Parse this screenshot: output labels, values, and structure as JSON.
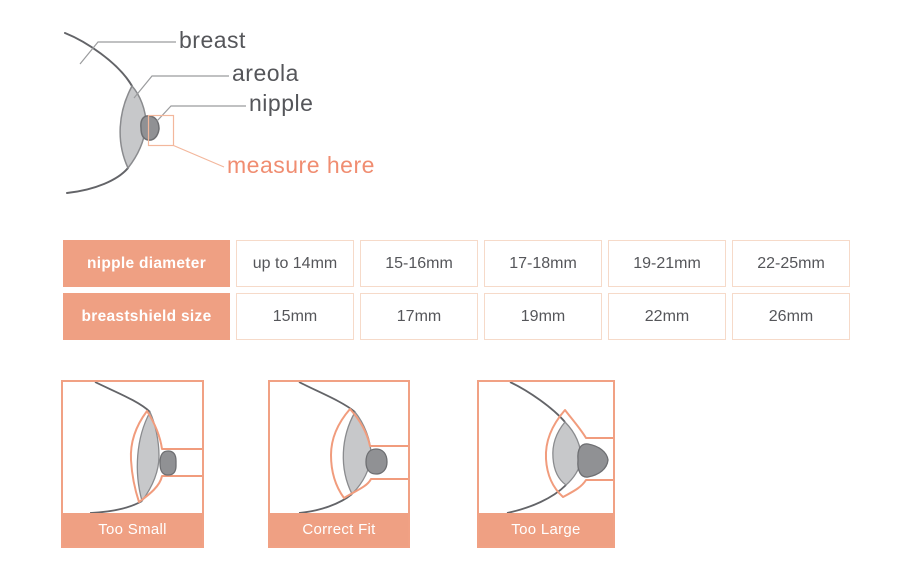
{
  "anatomy": {
    "breast_label": "breast",
    "areola_label": "areola",
    "nipple_label": "nipple",
    "measure_label": "measure here"
  },
  "sizing_table": {
    "rows": [
      {
        "header": "nipple diameter",
        "cells": [
          "up to 14mm",
          "15-16mm",
          "17-18mm",
          "19-21mm",
          "22-25mm"
        ]
      },
      {
        "header": "breastshield size",
        "cells": [
          "15mm",
          "17mm",
          "19mm",
          "22mm",
          "26mm"
        ]
      }
    ]
  },
  "fit_examples": [
    {
      "label": "Too Small"
    },
    {
      "label": "Correct Fit"
    },
    {
      "label": "Too Large"
    }
  ],
  "colors": {
    "coral_fill": "#EFA083",
    "coral_outline": "#F19C7D",
    "coral_text": "#F08D71",
    "table_cell_border": "#F6DAC9",
    "dark_text": "#55565A",
    "breast_line": "#636468",
    "areola_fill": "#C7C8CA",
    "nipple_fill": "#909194"
  }
}
